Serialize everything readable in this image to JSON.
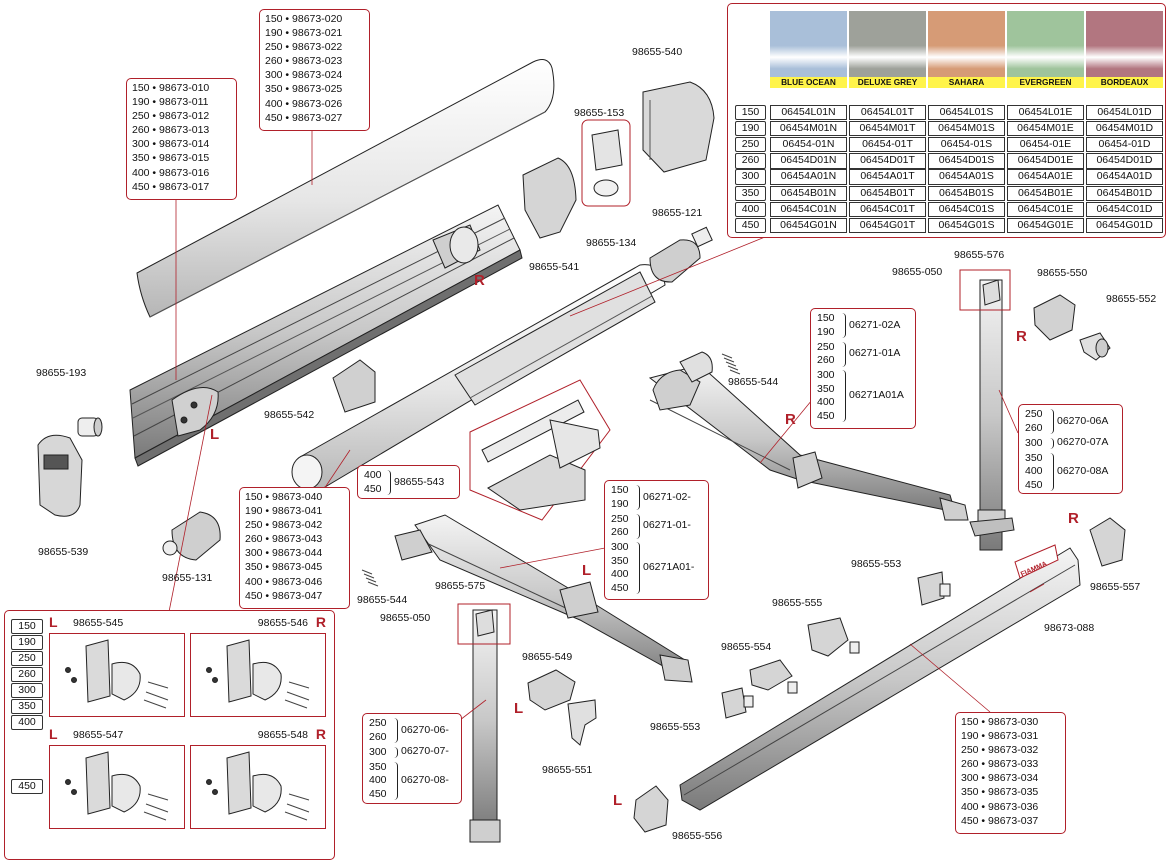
{
  "colors": {
    "accent": "#b0202a",
    "swatches": [
      "#a9bfd9",
      "#9ea19a",
      "#d69b76",
      "#9fc49c",
      "#b27680"
    ]
  },
  "color_table": {
    "headers": [
      "BLUE OCEAN",
      "DELUXE GREY",
      "SAHARA",
      "EVERGREEN",
      "BORDEAUX"
    ],
    "sizes": [
      "150",
      "190",
      "250",
      "260",
      "300",
      "350",
      "400",
      "450"
    ],
    "rows": [
      [
        "06454L01N",
        "06454L01T",
        "06454L01S",
        "06454L01E",
        "06454L01D"
      ],
      [
        "06454M01N",
        "06454M01T",
        "06454M01S",
        "06454M01E",
        "06454M01D"
      ],
      [
        "06454-01N",
        "06454-01T",
        "06454-01S",
        "06454-01E",
        "06454-01D"
      ],
      [
        "06454D01N",
        "06454D01T",
        "06454D01S",
        "06454D01E",
        "06454D01D"
      ],
      [
        "06454A01N",
        "06454A01T",
        "06454A01S",
        "06454A01E",
        "06454A01D"
      ],
      [
        "06454B01N",
        "06454B01T",
        "06454B01S",
        "06454B01E",
        "06454B01D"
      ],
      [
        "06454C01N",
        "06454C01T",
        "06454C01S",
        "06454C01E",
        "06454C01D"
      ],
      [
        "06454G01N",
        "06454G01T",
        "06454G01S",
        "06454G01E",
        "06454G01D"
      ]
    ]
  },
  "lists": {
    "cover_top": [
      "150 • 98673-020",
      "190 • 98673-021",
      "250 • 98673-022",
      "260 • 98673-023",
      "300 • 98673-024",
      "350 • 98673-025",
      "400 • 98673-026",
      "450 • 98673-027"
    ],
    "rail": [
      "150 • 98673-010",
      "190 • 98673-011",
      "250 • 98673-012",
      "260 • 98673-013",
      "300 • 98673-014",
      "350 • 98673-015",
      "400 • 98673-016",
      "450 • 98673-017"
    ],
    "roller": [
      "150 • 98673-040",
      "190 • 98673-041",
      "250 • 98673-042",
      "260 • 98673-043",
      "300 • 98673-044",
      "350 • 98673-045",
      "400 • 98673-046",
      "450 • 98673-047"
    ],
    "front_bar": [
      "150 • 98673-030",
      "190 • 98673-031",
      "250 • 98673-032",
      "260 • 98673-033",
      "300 • 98673-034",
      "350 • 98673-035",
      "400 • 98673-036",
      "450 • 98673-037"
    ]
  },
  "groups": {
    "arm_right": [
      {
        "sizes": [
          "150",
          "190"
        ],
        "code": "06271-02A"
      },
      {
        "sizes": [
          "250",
          "260"
        ],
        "code": "06271-01A"
      },
      {
        "sizes": [
          "300",
          "350",
          "400",
          "450"
        ],
        "code": "06271A01A"
      }
    ],
    "arm_left": [
      {
        "sizes": [
          "150",
          "190"
        ],
        "code": "06271-02-"
      },
      {
        "sizes": [
          "250",
          "260"
        ],
        "code": "06271-01-"
      },
      {
        "sizes": [
          "300",
          "350",
          "400",
          "450"
        ],
        "code": "06271A01-"
      }
    ],
    "leg_right": [
      {
        "sizes": [
          "250",
          "260"
        ],
        "code": "06270-06A"
      },
      {
        "sizes": [
          "300"
        ],
        "code": "06270-07A"
      },
      {
        "sizes": [
          "350",
          "400",
          "450"
        ],
        "code": "06270-08A"
      }
    ],
    "leg_left": [
      {
        "sizes": [
          "250",
          "260"
        ],
        "code": "06270-06-"
      },
      {
        "sizes": [
          "300"
        ],
        "code": "06270-07-"
      },
      {
        "sizes": [
          "350",
          "400",
          "450"
        ],
        "code": "06270-08-"
      }
    ],
    "tension": {
      "sizes": [
        "400",
        "450"
      ],
      "code": "98655-543"
    }
  },
  "part_labels": {
    "p540": "98655-540",
    "p153": "98655-153",
    "p134": "98655-134",
    "p541": "98655-541",
    "p121": "98655-121",
    "p193": "98655-193",
    "p539": "98655-539",
    "p542": "98655-542",
    "p131": "98655-131",
    "p050a": "98655-050",
    "p576": "98655-576",
    "p550": "98655-550",
    "p552": "98655-552",
    "p544a": "98655-544",
    "p544b": "98655-544",
    "p575": "98655-575",
    "p050b": "98655-050",
    "p549": "98655-549",
    "p551": "98655-551",
    "p553a": "98655-553",
    "p555": "98655-555",
    "p554": "98655-554",
    "p553b": "98655-553",
    "p557": "98655-557",
    "p088": "98673-088",
    "p556": "98655-556"
  },
  "marks": {
    "r1": "R",
    "l1": "L",
    "r2": "R",
    "r3": "R",
    "r4": "R",
    "l2": "L",
    "l3": "L",
    "l4": "L"
  },
  "bracket_panel": {
    "sizes_top": [
      "150",
      "190",
      "250",
      "260",
      "300",
      "350",
      "400"
    ],
    "size_bottom": "450",
    "cells": [
      {
        "side": "L",
        "code": "98655-545"
      },
      {
        "side": "R",
        "code": "98655-546"
      },
      {
        "side": "L",
        "code": "98655-547"
      },
      {
        "side": "R",
        "code": "98655-548"
      }
    ]
  },
  "brand": "FIAMMA"
}
